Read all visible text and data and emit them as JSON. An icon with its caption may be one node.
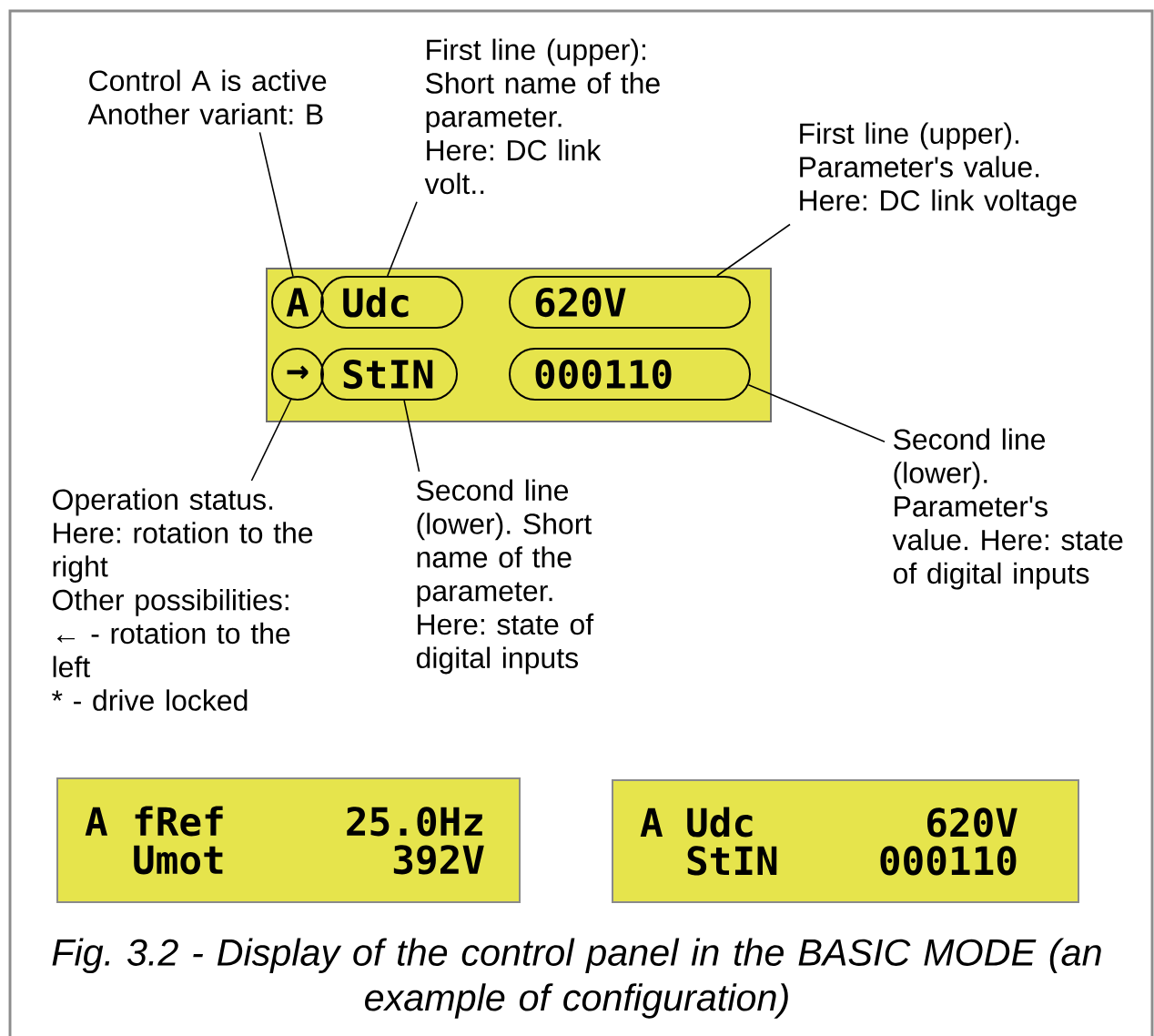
{
  "diagram": {
    "caption": "Fig. 3.2 - Display of the control panel in the BASIC MODE (an example of configuration)",
    "nodes": [
      {
        "text": [
          "Control A is active",
          "Another variant: B"
        ]
      },
      {
        "text": [
          "First line (upper): Short name of the parameter.",
          "Here: DC link volt.."
        ]
      },
      {
        "text": [
          "First line (upper). Parameter's value. Here: DC link voltage"
        ]
      },
      {
        "text": [],
        "shape": "box"
      },
      {
        "text": [
          "A"
        ],
        "in": 3
      },
      {
        "text": [
          "Udc"
        ],
        "in": 3
      },
      {
        "text": [
          "620V"
        ],
        "in": 3
      },
      {
        "text": [
          "→"
        ],
        "in": 3
      },
      {
        "text": [
          "StIN"
        ],
        "in": 3
      },
      {
        "text": [
          "000110"
        ],
        "in": 3
      },
      {
        "text": [
          "Operation status. Here: rotation to the right",
          "Other possibilities:",
          "← - rotation to the left",
          "* - drive locked"
        ]
      },
      {
        "text": [
          "Second line (lower). Short name of the parameter. Here: state of digital inputs"
        ]
      },
      {
        "text": [
          "Second line (lower). Parameter's value. Here: state of digital inputs"
        ]
      },
      {
        "text": [
          "A",
          "fRef",
          "25.0Hz",
          "Umot",
          "392V"
        ]
      },
      {
        "text": [
          "A",
          "Udc",
          "620V",
          "StIN",
          "000110"
        ]
      }
    ],
    "edges": [
      {
        "from": 0,
        "to": 4,
        "arrow": "none"
      },
      {
        "from": 1,
        "to": 5,
        "arrow": "none"
      },
      {
        "from": 2,
        "to": 6,
        "arrow": "none"
      },
      {
        "from": 10,
        "to": 7,
        "arrow": "none"
      },
      {
        "from": 11,
        "to": 8,
        "arrow": "none"
      },
      {
        "from": 12,
        "to": 9,
        "arrow": "none"
      }
    ]
  }
}
